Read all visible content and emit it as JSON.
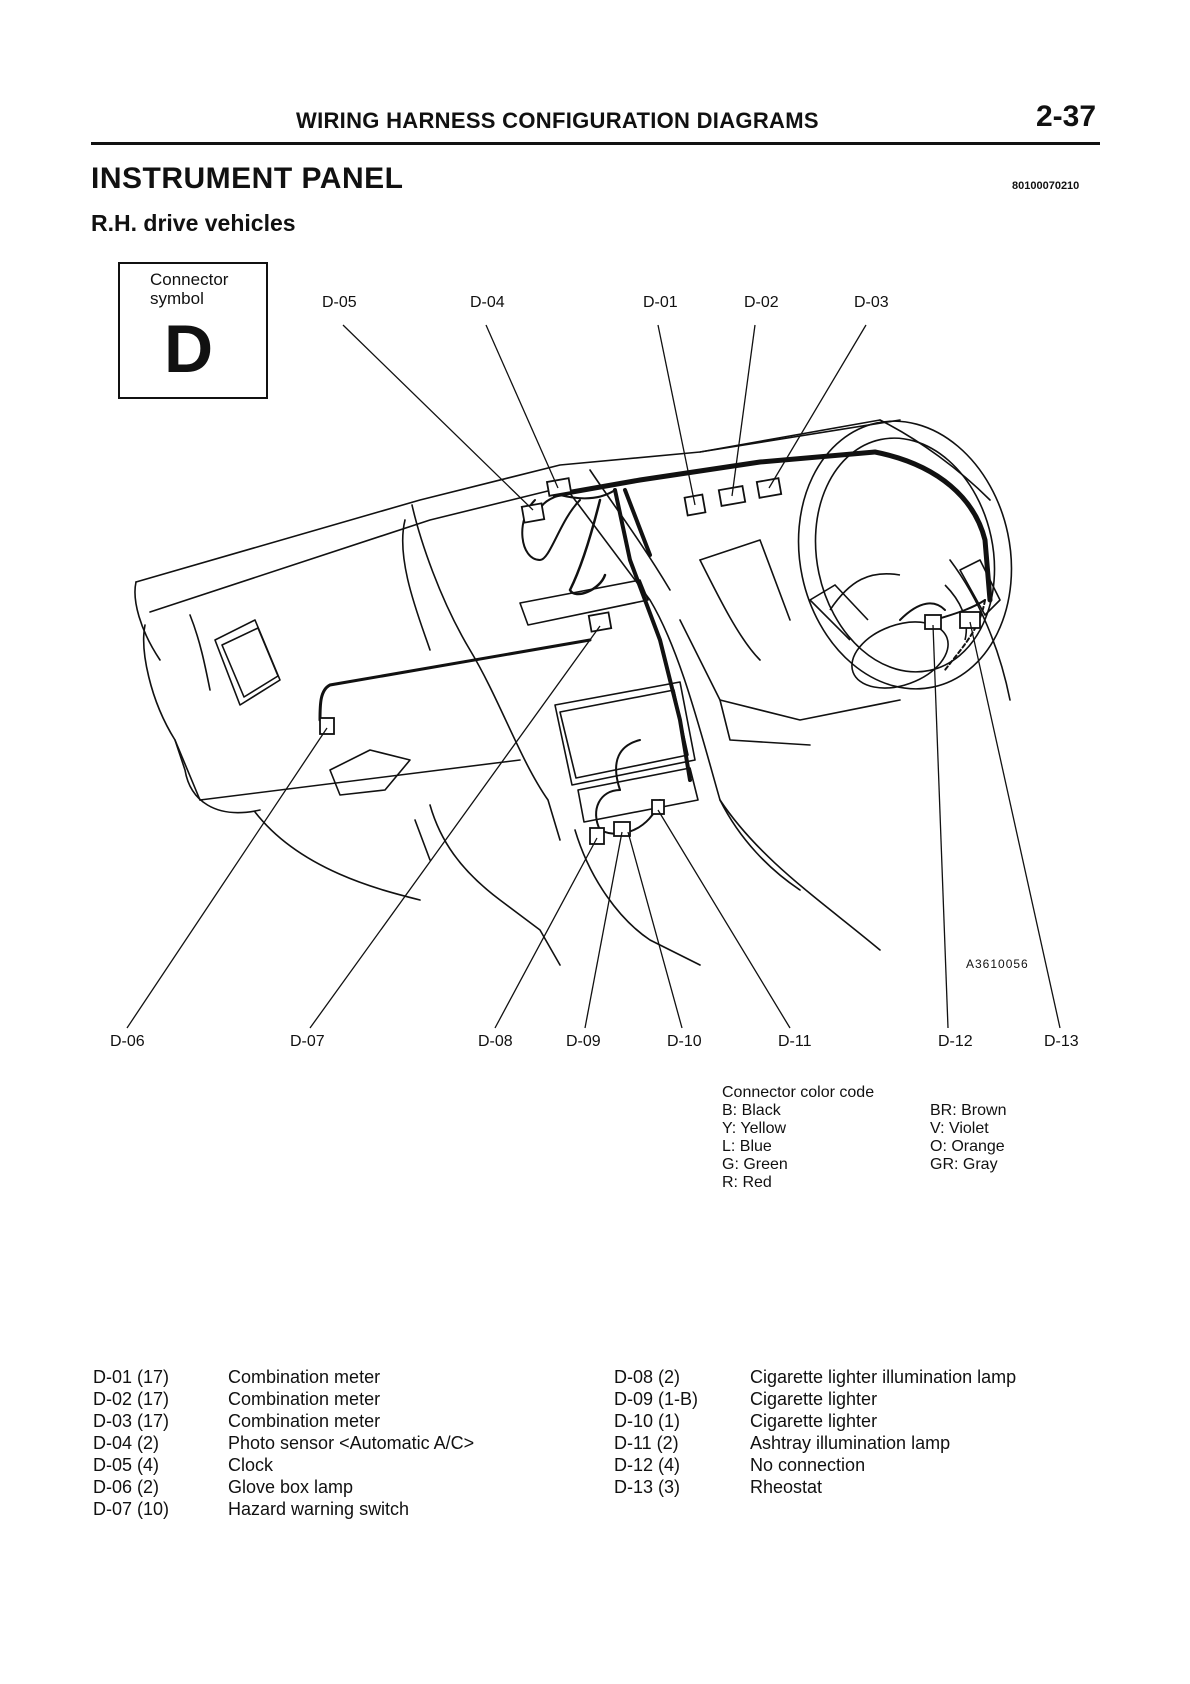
{
  "header": {
    "title": "WIRING HARNESS CONFIGURATION DIAGRAMS",
    "page": "2-37"
  },
  "section": {
    "title": "INSTRUMENT PANEL",
    "code": "80100070210",
    "subtitle": "R.H. drive vehicles"
  },
  "connector_symbol": {
    "label": "Connector symbol",
    "letter": "D"
  },
  "figure_code": "A3610056",
  "labels_top": [
    "D-05",
    "D-04",
    "D-01",
    "D-02",
    "D-03"
  ],
  "labels_bottom": [
    "D-06",
    "D-07",
    "D-08",
    "D-09",
    "D-10",
    "D-11",
    "D-12",
    "D-13"
  ],
  "color_code": {
    "title": "Connector color code",
    "left": [
      "B: Black",
      "Y: Yellow",
      "L: Blue",
      "G: Green",
      "R: Red"
    ],
    "right": [
      "BR: Brown",
      "V: Violet",
      "O: Orange",
      "GR: Gray"
    ]
  },
  "connectors_left": [
    {
      "id": "D-01 (17)",
      "name": "Combination meter"
    },
    {
      "id": "D-02 (17)",
      "name": "Combination meter"
    },
    {
      "id": "D-03 (17)",
      "name": "Combination meter"
    },
    {
      "id": "D-04 (2)",
      "name": "Photo sensor <Automatic A/C>"
    },
    {
      "id": "D-05 (4)",
      "name": "Clock"
    },
    {
      "id": "D-06 (2)",
      "name": "Glove box lamp"
    },
    {
      "id": "D-07 (10)",
      "name": "Hazard warning switch"
    }
  ],
  "connectors_right": [
    {
      "id": "D-08 (2)",
      "name": "Cigarette lighter illumination lamp"
    },
    {
      "id": "D-09 (1-B)",
      "name": "Cigarette lighter"
    },
    {
      "id": "D-10 (1)",
      "name": "Cigarette lighter"
    },
    {
      "id": "D-11 (2)",
      "name": "Ashtray illumination lamp"
    },
    {
      "id": "D-12 (4)",
      "name": "No connection"
    },
    {
      "id": "D-13 (3)",
      "name": "Rheostat"
    }
  ]
}
